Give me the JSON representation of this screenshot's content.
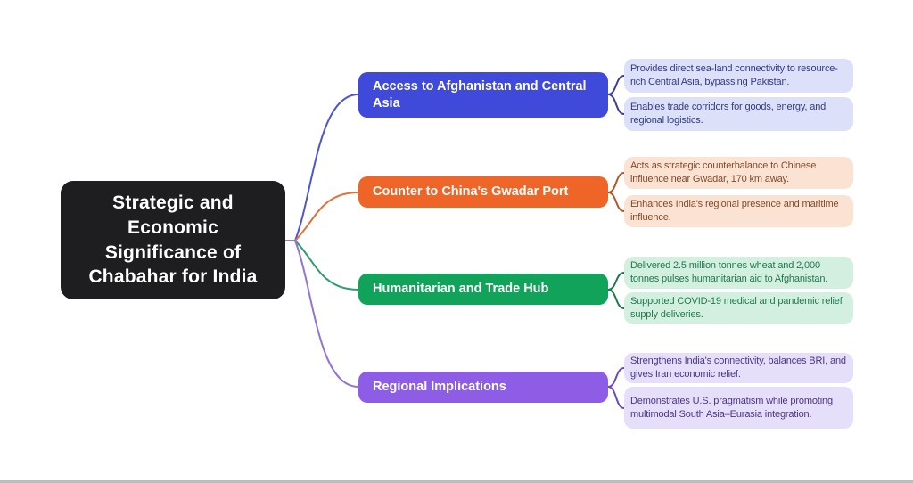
{
  "central": {
    "label": "Strategic and Economic Significance of Chabahar for India",
    "bg_color": "#1e1e21",
    "text_color": "#ffffff"
  },
  "connector_stub_color": "#8b7fd0",
  "branches": [
    {
      "label": "Access to Afghanistan and Central Asia",
      "node_color": "#3f49da",
      "line_color": "#4d55cf",
      "fork_color": "#3c3f90",
      "leaf_bg": "#dce0f8",
      "leaf_text_color": "#323a86",
      "leaves": [
        {
          "text": "Provides direct sea-land connectivity to resource-rich Central Asia, bypassing Pakistan."
        },
        {
          "text": "Enables trade corridors for goods, energy, and regional logistics."
        }
      ]
    },
    {
      "label": "Counter to China's Gwadar Port",
      "node_color": "#ef6527",
      "line_color": "#e0713a",
      "fork_color": "#b4562c",
      "leaf_bg": "#fbe3d3",
      "leaf_text_color": "#84492a",
      "leaves": [
        {
          "text": "Acts as strategic counterbalance to Chinese influence near Gwadar, 170 km away."
        },
        {
          "text": "Enhances India's regional presence and maritime influence."
        }
      ]
    },
    {
      "label": "Humanitarian and Trade Hub",
      "node_color": "#12a35a",
      "line_color": "#2d9d6d",
      "fork_color": "#1d7a4c",
      "leaf_bg": "#d3efdf",
      "leaf_text_color": "#1f7a50",
      "leaves": [
        {
          "text": "Delivered 2.5 million tonnes wheat and 2,000 tonnes pulses humanitarian aid to Afghanistan."
        },
        {
          "text": "Supported COVID-19 medical and pandemic relief supply deliveries."
        }
      ]
    },
    {
      "label": "Regional Implications",
      "node_color": "#8d5de6",
      "line_color": "#9273d6",
      "fork_color": "#6a4cb8",
      "leaf_bg": "#e5dff9",
      "leaf_text_color": "#4c3689",
      "leaves": [
        {
          "text": "Strengthens India's connectivity, balances BRI, and gives Iran economic relief."
        },
        {
          "text": "Demonstrates U.S. pragmatism while promoting multimodal South Asia–Eurasia integration."
        }
      ]
    }
  ]
}
